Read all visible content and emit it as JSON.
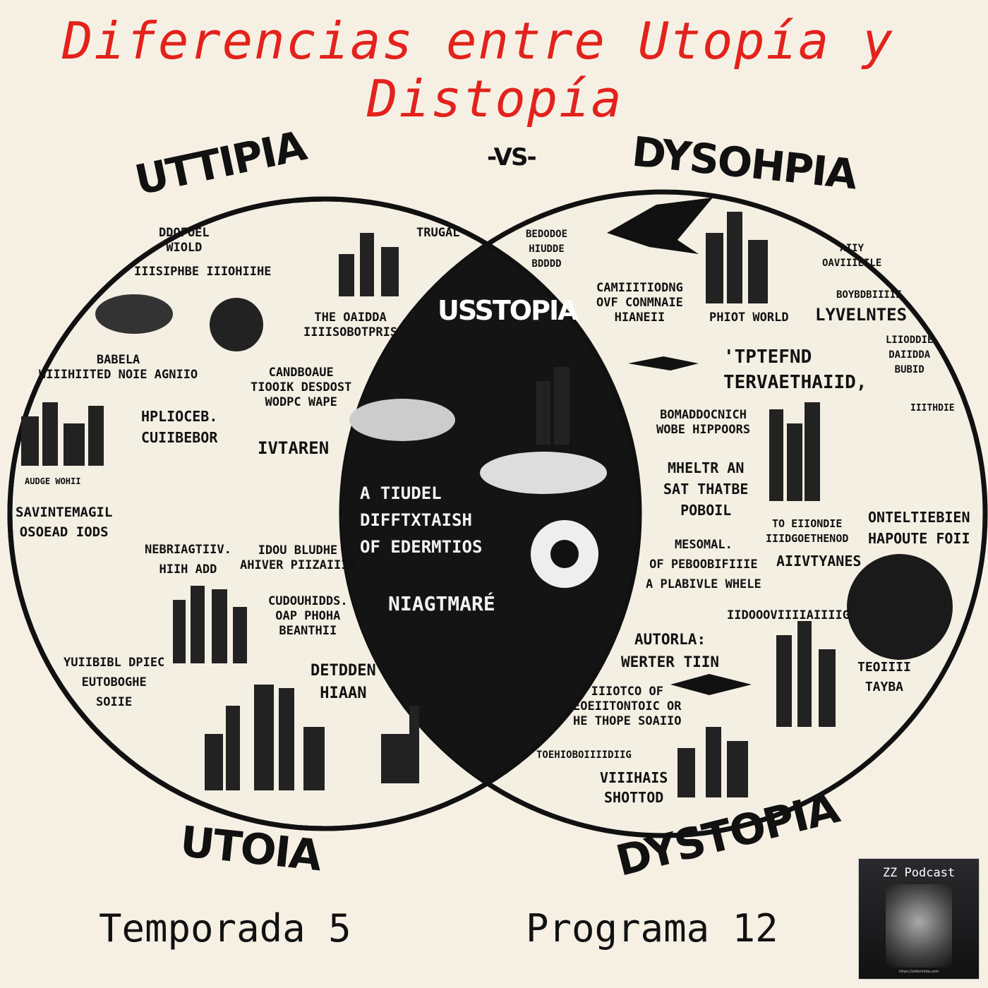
{
  "title": {
    "line1": "Diferencias entre Utopía y",
    "line2": "Distopía"
  },
  "headings": {
    "top_left": "UTTIPIA",
    "vs": "-VS-",
    "top_right": "DYSOHPIA",
    "center": "USSTOPIA",
    "bottom_left": "UTOIA",
    "bottom_right": "DYSTOPIA"
  },
  "center_labels": [
    "A TIUDEL\nDIFFTXTAISH\nOF EDERMTIOS",
    "NIAGTMARÉ"
  ],
  "left_labels": [
    "DDOFUEL\nWIOLD",
    "IIISIPHBE IIIOHIIHE",
    "TRUGAL",
    "THE OAIDDA\nIIIISOBOTPRIS",
    "BABELA\nWIIIHIITED NOIE AGNIIO",
    "CANDBOAUE\nTIOOIK DESDOST\nWODPC WAPE",
    "HPLIOCEB.\nCUIIBEBOR",
    "IVTAREN",
    "AUDGE WOHII",
    "SAVINTEMAGIL\nOSOEAD IODS",
    "NEBRIAGTIIV.\nHIIH ADD",
    "IDOU BLUDHE\nAHIVER PIIZAIIIG",
    "CUDOUHIDDS.\nOAP PHOHA\nBEANTHII",
    "YUIIBIBL DPIEC\nEUTOBOGHE\nSOIIE",
    "DETDDEN\nHIAAN"
  ],
  "right_labels": [
    "BEDODOE\nHIUDDE\nBDDDD",
    "AIIY\nOAVIIIEILE",
    "CAMIIITIODNG\nOVF CONMNAIE\nHIANEII",
    "BOYBDBIIIIE",
    "PHIOT WORLD",
    "LYVELNTES",
    "'TPTEFND\nTERVAETHAIID,",
    "LIIODDIE\nDAIIDDA\nBUBID",
    "BOMADDOCNICH\nWOBE HIPPOORS",
    "MHELTR AN\nSAT THATBE\nPOBOIL",
    "IIITHDIE",
    "TO EIIONDIE\nIIIDGOETHENOD",
    "ONTELTIEBIEN\nHAPOUTE FOII",
    "MESOMAL.\nOF PEBOOBIFIIIE\nA PLABIVLE WHELE",
    "AIIVTYANES",
    "IIDOOOVIIIIAIIIIG",
    "AUTORLA:\nWERTER TIIN",
    "TEOIIII\nTAYBA",
    "IIIOTCO OF\nEOEIITONTOIC OR\nHE THOPE SOAIIO",
    "TOEHIOBOIIIIDIIG",
    "VIIIHAIS\nSHOTTOD"
  ],
  "footer": {
    "season": "Temporada 5",
    "episode": "Programa 12"
  },
  "logo": {
    "text": "ZZ Podcast",
    "url": "https://zzdormida.com"
  }
}
